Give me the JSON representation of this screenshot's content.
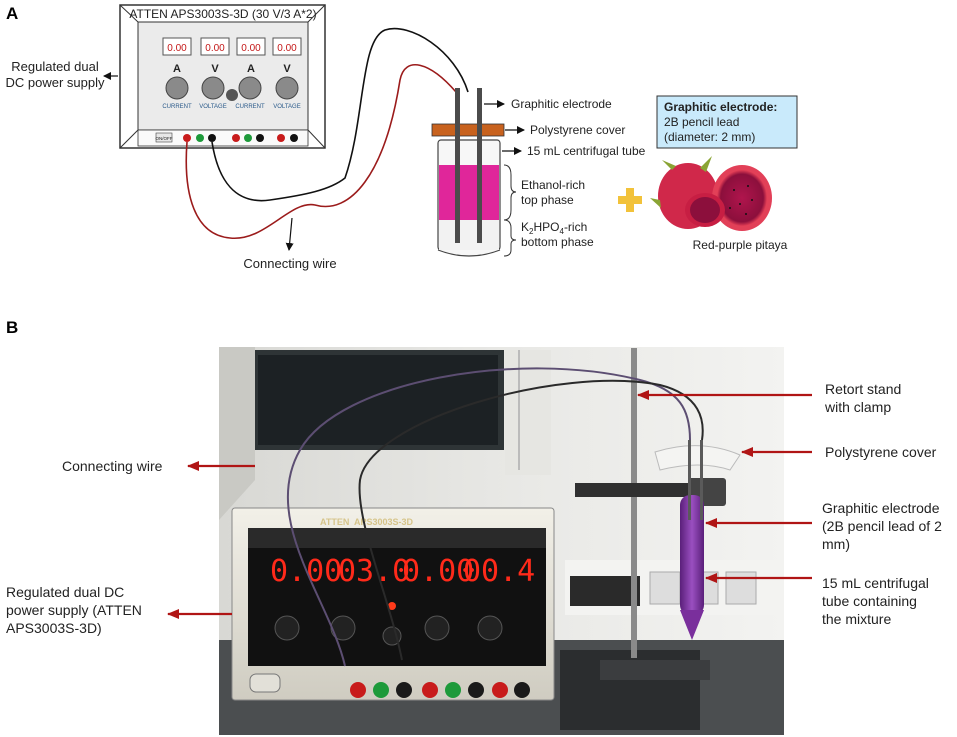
{
  "panel_a": {
    "letter": "A",
    "psu_model": "ATTEN APS3003S-3D (30 V/3 A*2)",
    "displays": [
      "0.00",
      "0.00",
      "0.00",
      "0.00"
    ],
    "knob_letters": [
      "A",
      "V",
      "A",
      "V"
    ],
    "knob_labels": [
      "CURRENT",
      "VOLTAGE",
      "CURRENT",
      "VOLTAGE"
    ],
    "on_off": "ON/OFF",
    "psu_label": [
      "Regulated dual",
      "DC power supply"
    ],
    "electrode_label": "Graphitic electrode",
    "cover_label": "Polystyrene cover",
    "tube_label": "15 mL centrifugal tube",
    "top_phase": [
      "Ethanol-rich",
      "top phase"
    ],
    "bottom_phase_formula": [
      "K",
      "2",
      "HPO",
      "4",
      "-rich"
    ],
    "bottom_phase_line2": "bottom phase",
    "wire_label": "Connecting wire",
    "info_title": "Graphitic electrode:",
    "info_lines": [
      "2B pencil lead",
      "(diameter: 2 mm)"
    ],
    "fruit_label": "Red-purple pitaya",
    "colors": {
      "red_wire": "#9b1b1b",
      "liquid": "#e0269a",
      "cover": "#c8621e",
      "info_bg": "#c9eafb",
      "plus": "#f2c23a"
    }
  },
  "panel_b": {
    "letter": "B",
    "device_brand": "ATTEN",
    "device_model": "APS3003S-3D",
    "readouts": [
      "0.00",
      "03.0",
      "0.00",
      "00.4"
    ],
    "labels": {
      "retort": [
        "Retort stand",
        "with clamp"
      ],
      "cover": "Polystyrene cover",
      "electrode": [
        "Graphitic electrode",
        "(2B pencil lead of 2",
        "mm)"
      ],
      "tube": [
        "15 mL centrifugal",
        "tube containing",
        "the mixture"
      ],
      "wire": "Connecting wire",
      "psu": [
        "Regulated dual DC",
        "power supply (ATTEN",
        "APS3003S-3D)"
      ]
    },
    "colors": {
      "arrow": "#b01515",
      "display": "#ff2a1a",
      "tube_liquid": "#7a2f9c"
    }
  }
}
